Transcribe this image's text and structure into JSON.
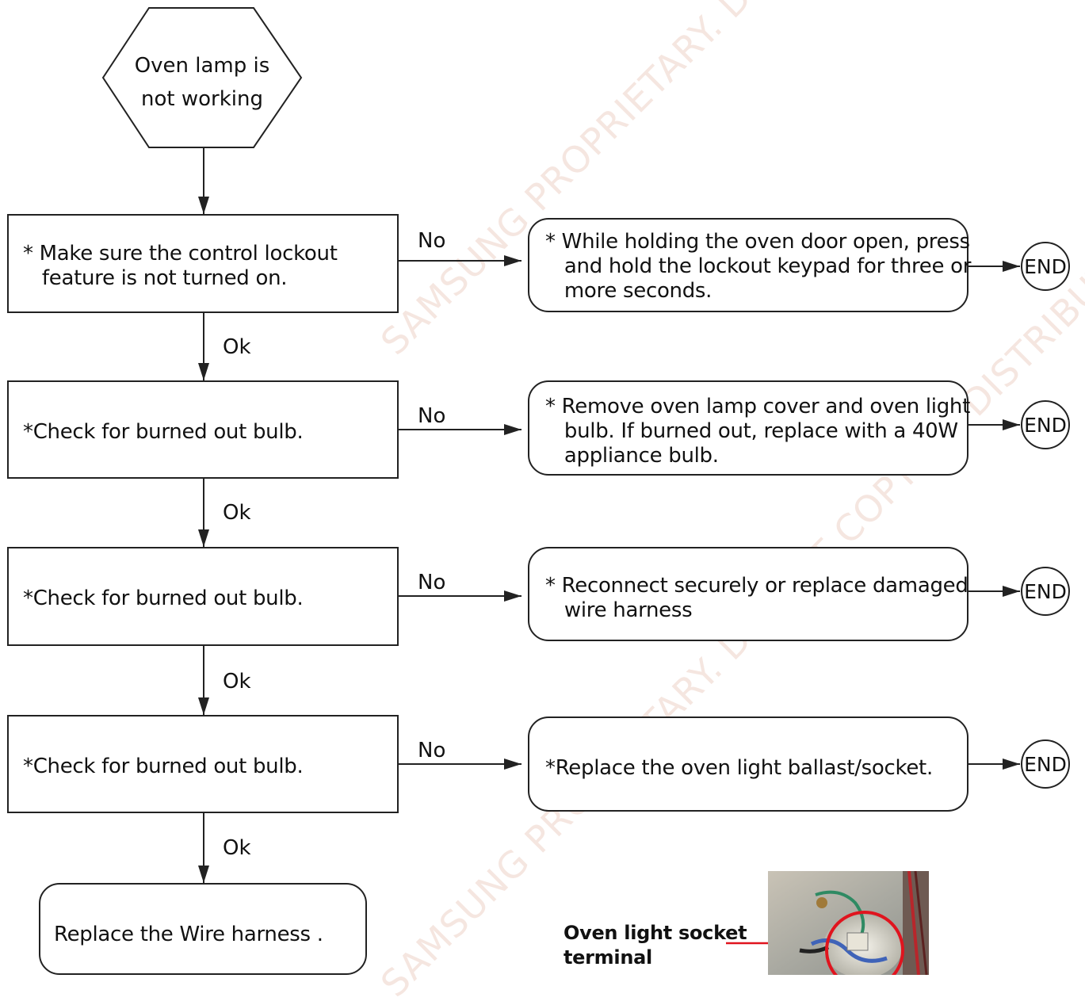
{
  "start": {
    "line1": "Oven lamp is",
    "line2": "not working"
  },
  "steps": [
    {
      "text": "* Make sure the control lockout\n   feature is not turned on."
    },
    {
      "text": "*Check for burned out bulb."
    },
    {
      "text": "*Check for burned out bulb."
    },
    {
      "text": "*Check for burned out bulb."
    }
  ],
  "actions": [
    {
      "text": "* While holding the oven door open, press\n   and hold the lockout keypad for three or\n   more seconds."
    },
    {
      "text": "* Remove oven lamp cover and oven light\n   bulb. If burned out, replace with a 40W\n   appliance bulb."
    },
    {
      "text": "* Reconnect securely or replace damaged\n   wire harness"
    },
    {
      "text": "*Replace the oven light ballast/socket."
    }
  ],
  "labels": {
    "no": "No",
    "ok": "Ok",
    "end": "END"
  },
  "final": {
    "text": "Replace the Wire harness ."
  },
  "photo_caption": {
    "line1": "Oven light socket",
    "line2": "terminal"
  },
  "watermark": {
    "line1": "SAMSUNG PROPRIETARY. DO NOT COPY OR DISTRIBUTE WITHOUT PERMISSION",
    "line2": "SAMSUNG PROPRIETARY. DO NOT COPY OR DISTRIBUTE WITHOUT PERMISSION"
  },
  "colors": {
    "line": "#222222",
    "accent_red": "#e0141e",
    "watermark": "#f5e6e0"
  }
}
